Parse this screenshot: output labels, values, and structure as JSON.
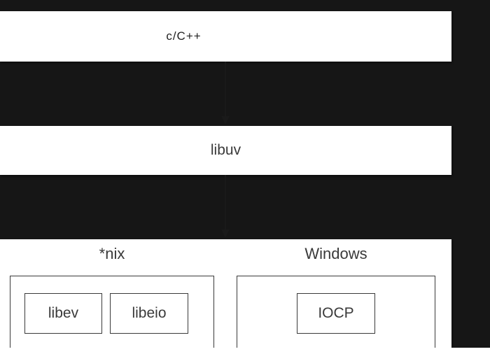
{
  "diagram": {
    "layers": {
      "top": "c/C++",
      "middle": "libuv"
    },
    "platforms": [
      {
        "name": "*nix",
        "libs": [
          "libev",
          "libeio"
        ]
      },
      {
        "name": "Windows",
        "libs": [
          "IOCP"
        ]
      }
    ],
    "colors": {
      "background": "#161616",
      "box_fill": "#ffffff",
      "stroke": "#3a3a3a"
    }
  }
}
